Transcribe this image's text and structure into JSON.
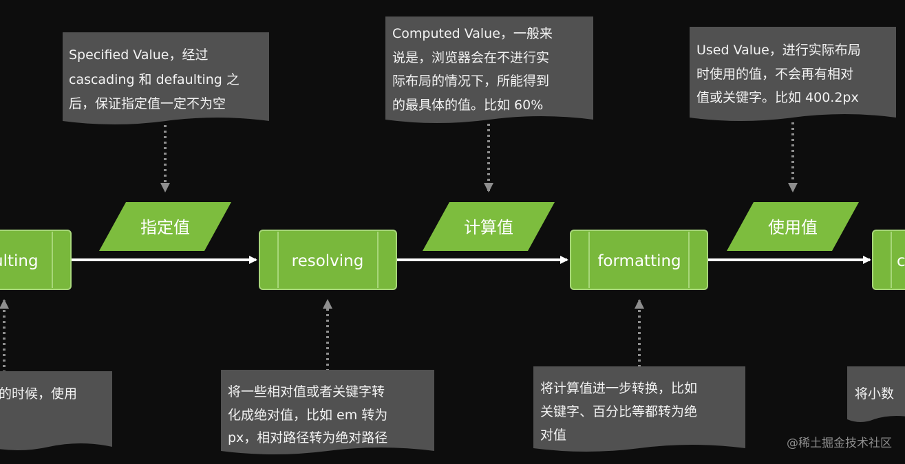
{
  "processes": [
    {
      "id": "defaulting",
      "label": "ulting"
    },
    {
      "id": "resolving",
      "label": "resolving"
    },
    {
      "id": "formatting",
      "label": "formatting"
    },
    {
      "id": "next",
      "label": "c"
    }
  ],
  "values": [
    {
      "id": "specified",
      "label": "指定值"
    },
    {
      "id": "computed",
      "label": "计算值"
    },
    {
      "id": "used",
      "label": "使用值"
    }
  ],
  "top_notes": [
    {
      "id": "specified",
      "lines": [
        "Specified Value，经过",
        "cascading 和 defaulting 之",
        "后，保证指定值一定不为空"
      ]
    },
    {
      "id": "computed",
      "lines": [
        "Computed Value，一般来",
        "说是，浏览器会在不进行实",
        "际布局的情况下，所能得到",
        "的最具体的值。比如 60%"
      ]
    },
    {
      "id": "used",
      "lines": [
        "Used Value，进行实际布局",
        "时使用的值，不会再有相对",
        "值或关键字。比如 400.2px"
      ]
    }
  ],
  "bottom_notes": [
    {
      "id": "defaulting",
      "lines": [
        "的时候，使用"
      ]
    },
    {
      "id": "resolving",
      "lines": [
        "将一些相对值或者关键字转",
        "化成绝对值，比如 em 转为",
        "px，相对路径转为绝对路径"
      ]
    },
    {
      "id": "formatting",
      "lines": [
        "将计算值进一步转换，比如",
        "关键字、百分比等都转为绝",
        "对值"
      ]
    },
    {
      "id": "next",
      "lines": [
        "将小数"
      ]
    }
  ],
  "watermark": "@稀土掘金技术社区",
  "colors": {
    "background": "#0d0d0d",
    "process_fill": "#79b83c",
    "process_inner_line": "#a8d77a",
    "value_fill": "#7dbd3e",
    "note_fill": "#515151",
    "arrow": "#ffffff",
    "dotted": "#8e8e8e"
  }
}
